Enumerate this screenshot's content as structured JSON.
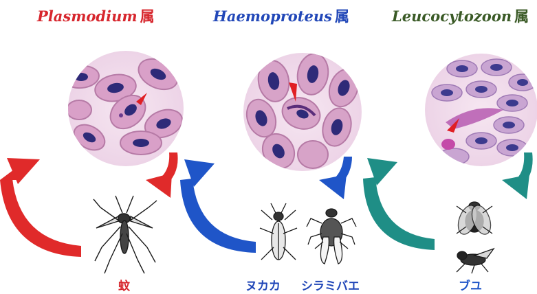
{
  "colors": {
    "plasmodium": "#d7262d",
    "haemoproteus": "#2147b8",
    "leucocytozoon": "#3a5a26",
    "arrow_red": "#e02a2a",
    "arrow_blue": "#1f55c8",
    "arrow_teal": "#1f8e86"
  },
  "genera": [
    {
      "latin": "Plasmodium",
      "suffix": "属"
    },
    {
      "latin": "Haemoproteus",
      "suffix": "属"
    },
    {
      "latin": "Leucocytozoon",
      "suffix": "属"
    }
  ],
  "vectors": {
    "mosquito": "蚊",
    "biting_midge": "ヌカカ",
    "louse_fly": "シラミバエ",
    "black_fly": "ブユ"
  },
  "icons": [
    "blood-smear-image",
    "mosquito-icon",
    "biting-midge-icon",
    "louse-fly-icon",
    "black-fly-icon",
    "cycle-arrow-icon",
    "pointer-arrowhead-icon"
  ]
}
